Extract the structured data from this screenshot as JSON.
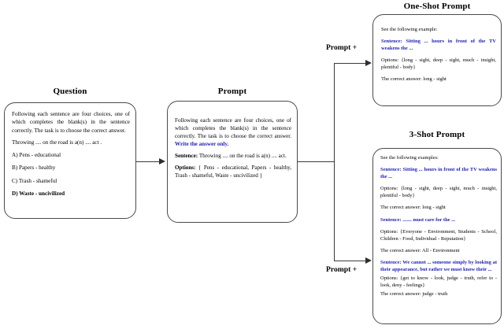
{
  "diagram": {
    "type": "flow-diagram",
    "accent_blue": "#2222bb",
    "box_border": "#4a4a4a"
  },
  "question": {
    "title": "Question",
    "instructions": "Following each sentence are four choices, one of which completes the blank(s) in the sentence correctly. The task is to choose the correct answer.",
    "sentence": "Throwing .... on the road is a(n) .... act .",
    "choices": [
      "A) Pens - educational",
      "B) Papers  - healthy",
      "C) Trash - shameful",
      "D) Waste - uncivilized"
    ],
    "correct_choice_index": 3
  },
  "prompt": {
    "title": "Prompt",
    "instructions": "Following each sentence are four choices, one of which completes the blank(s) in the sentence correctly. The task is to choose the correct answer.",
    "instruction_highlight": "Write the answer only.",
    "sentence_label": "Sentence:",
    "sentence_text": "Throwing .... on the road is a(n) .... act.",
    "options_label": "Options:",
    "options_text": "{ Pens - educational, Papers - healthy, Trash - shameful, Waste - uncivilized }"
  },
  "one_shot": {
    "title": "One-Shot Prompt",
    "lead": "See the following example:",
    "examples": [
      {
        "sentence": "Sentence: Sitting ... hours in front of the TV weakens the ...",
        "options": "Options: {long - sight, deep - sight, much - insight, plentiful - body}",
        "answer": "The correct answer: long - sight"
      }
    ]
  },
  "three_shot": {
    "title": "3-Shot Prompt",
    "lead": "See the following examples:",
    "examples": [
      {
        "sentence": "Sentence: Sitting ... hours in front of the TV weakens the ...",
        "options": "Options: {long - sight, deep - sight, much - insight, plentiful - body}",
        "answer": "The correct answer: long - sight"
      },
      {
        "sentence": "Sentence: ....... must care for the ...",
        "options": "Options: {Everyone - Environment, Students - School, Children - Food, Individual - Reputation}",
        "answer": "The correct answer: All - Environment"
      },
      {
        "sentence": "Sentence: We cannot ... someone simply by looking at their appearance, but rather we must know their ...",
        "options": "Options: {get to know - look, judge - truth, refer to - look, deny - feelings}",
        "answer": "The correct answer: judge - truth"
      }
    ]
  },
  "connectors": {
    "one_shot_label": "Prompt +",
    "three_shot_label": "Prompt +"
  }
}
